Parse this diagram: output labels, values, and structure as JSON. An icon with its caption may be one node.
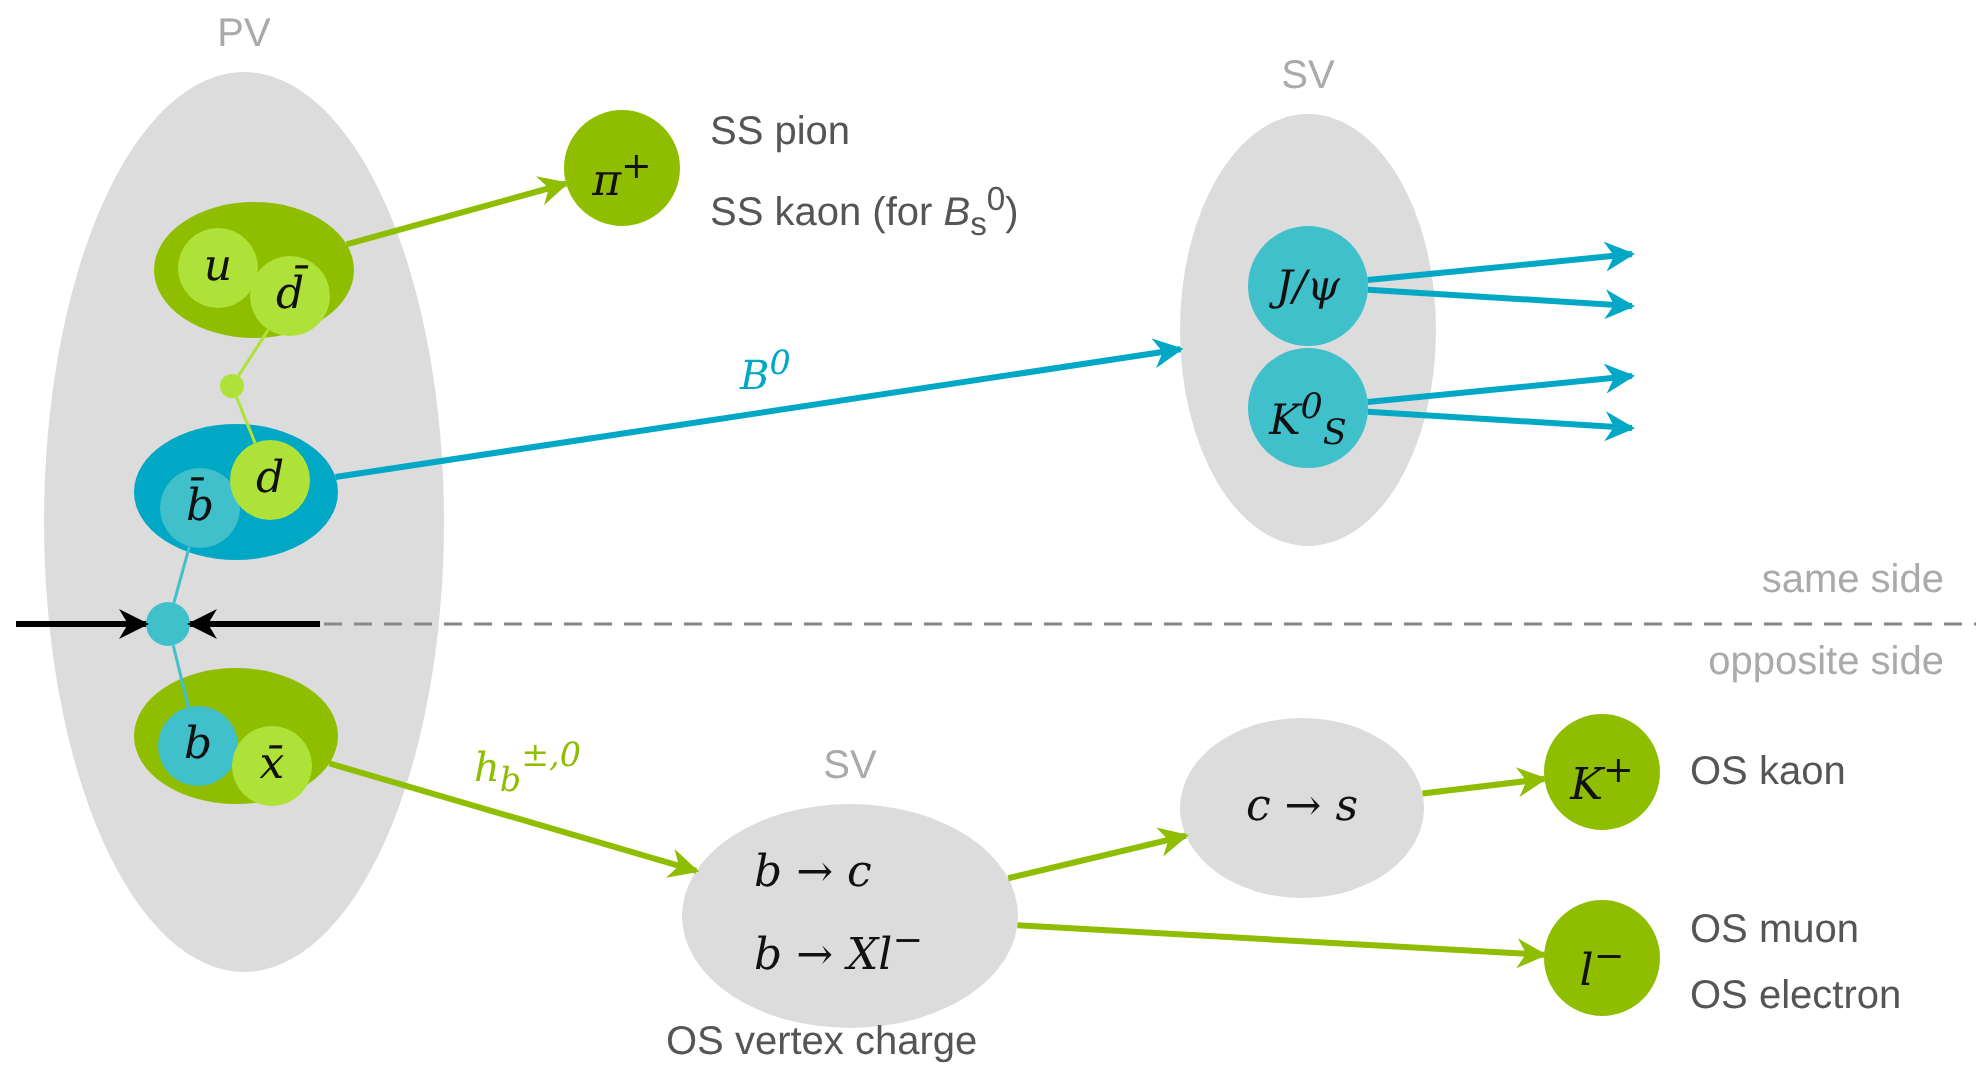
{
  "diagram": {
    "nodes": [
      {
        "text": [
          "PV"
        ]
      },
      {
        "text": [],
        "shape": "ellipse",
        "in": 0
      },
      {
        "text": [
          "u"
        ],
        "in": 1
      },
      {
        "text": [
          "d̄"
        ],
        "in": 1
      },
      {
        "text": [],
        "shape": "circle",
        "in": 0
      },
      {
        "text": [],
        "shape": "ellipse",
        "in": 0
      },
      {
        "text": [
          "b̄"
        ],
        "in": 5
      },
      {
        "text": [
          "d"
        ],
        "in": 5
      },
      {
        "text": [],
        "shape": "circle",
        "in": 0
      },
      {
        "text": [],
        "shape": "ellipse",
        "in": 0
      },
      {
        "text": [
          "b"
        ],
        "in": 9
      },
      {
        "text": [
          "x̄"
        ],
        "in": 9
      },
      {
        "text": [
          "π$^{+}$"
        ],
        "beside": [
          "SS pion",
          "SS kaon (for *B*$_{s}$$^{0}$)"
        ]
      },
      {
        "text": [
          "SV"
        ]
      },
      {
        "text": [
          "J/ψ"
        ],
        "in": 13
      },
      {
        "text": [
          "K$^{0}$$_{S}$"
        ],
        "in": 13
      },
      {
        "text": [
          "SV",
          "b → c",
          "b → Xl$^{−}$"
        ],
        "beside": [
          "OS vertex charge"
        ]
      },
      {
        "text": [
          "c → s"
        ]
      },
      {
        "text": [
          "K$^{+}$"
        ],
        "beside": [
          "OS kaon"
        ]
      },
      {
        "text": [
          "l$^{−}$"
        ],
        "beside": [
          "OS muon",
          "OS electron"
        ]
      }
    ],
    "edges": [
      {
        "from": 1,
        "to": 12,
        "arrow": "to",
        "color": "#8fbe00"
      },
      {
        "from": 5,
        "to": 13,
        "arrow": "to",
        "label": "B$^{0}$",
        "color": "#00a8c6"
      },
      {
        "from": 3,
        "to": 4,
        "arrow": "none",
        "color": "#aee239"
      },
      {
        "from": 4,
        "to": 7,
        "arrow": "none",
        "color": "#aee239"
      },
      {
        "from": 6,
        "to": 8,
        "arrow": "none",
        "color": "#40c0cb"
      },
      {
        "from": 8,
        "to": 10,
        "arrow": "none",
        "color": "#40c0cb"
      },
      {
        "from": null,
        "to": 8,
        "arrow": "to",
        "color": "#000000"
      },
      {
        "from": null,
        "to": 8,
        "arrow": "to",
        "color": "#000000"
      },
      {
        "from": 14,
        "to": null,
        "arrow": "to",
        "color": "#00a8c6"
      },
      {
        "from": 14,
        "to": null,
        "arrow": "to",
        "color": "#00a8c6"
      },
      {
        "from": 15,
        "to": null,
        "arrow": "to",
        "color": "#00a8c6"
      },
      {
        "from": 15,
        "to": null,
        "arrow": "to",
        "color": "#00a8c6"
      },
      {
        "from": 9,
        "to": 16,
        "arrow": "to",
        "label": "h$_{b}$$^{±,0}$",
        "color": "#8fbe00"
      },
      {
        "from": 16,
        "to": 17,
        "arrow": "to",
        "color": "#8fbe00"
      },
      {
        "from": 17,
        "to": 18,
        "arrow": "to",
        "color": "#8fbe00"
      },
      {
        "from": 16,
        "to": 19,
        "arrow": "to",
        "color": "#8fbe00"
      }
    ],
    "labels": [
      "same side",
      "opposite side"
    ]
  }
}
